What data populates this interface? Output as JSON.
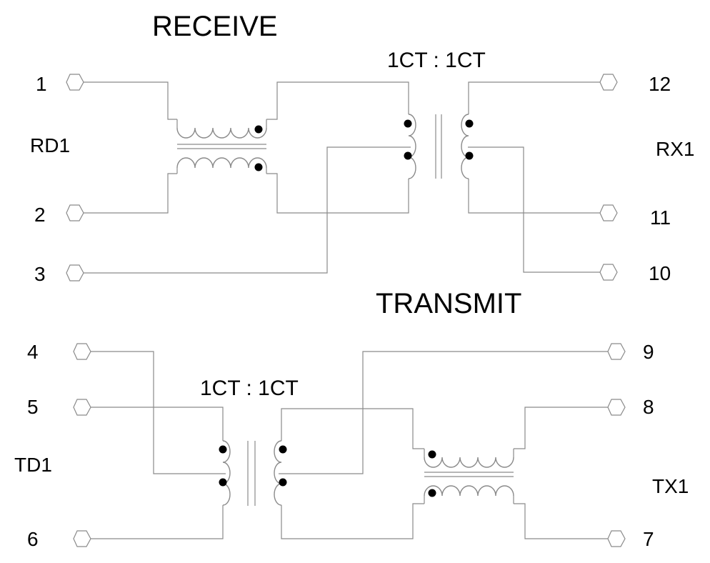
{
  "receive": {
    "title": "RECEIVE",
    "ratio": "1CT : 1CT",
    "left_group": "RD1",
    "right_group": "RX1",
    "pins": [
      "1",
      "2",
      "3",
      "12",
      "11",
      "10"
    ]
  },
  "transmit": {
    "title": "TRANSMIT",
    "ratio": "1CT : 1CT",
    "left_group": "TD1",
    "right_group": "TX1",
    "pins": [
      "4",
      "5",
      "6",
      "9",
      "8",
      "7"
    ]
  }
}
